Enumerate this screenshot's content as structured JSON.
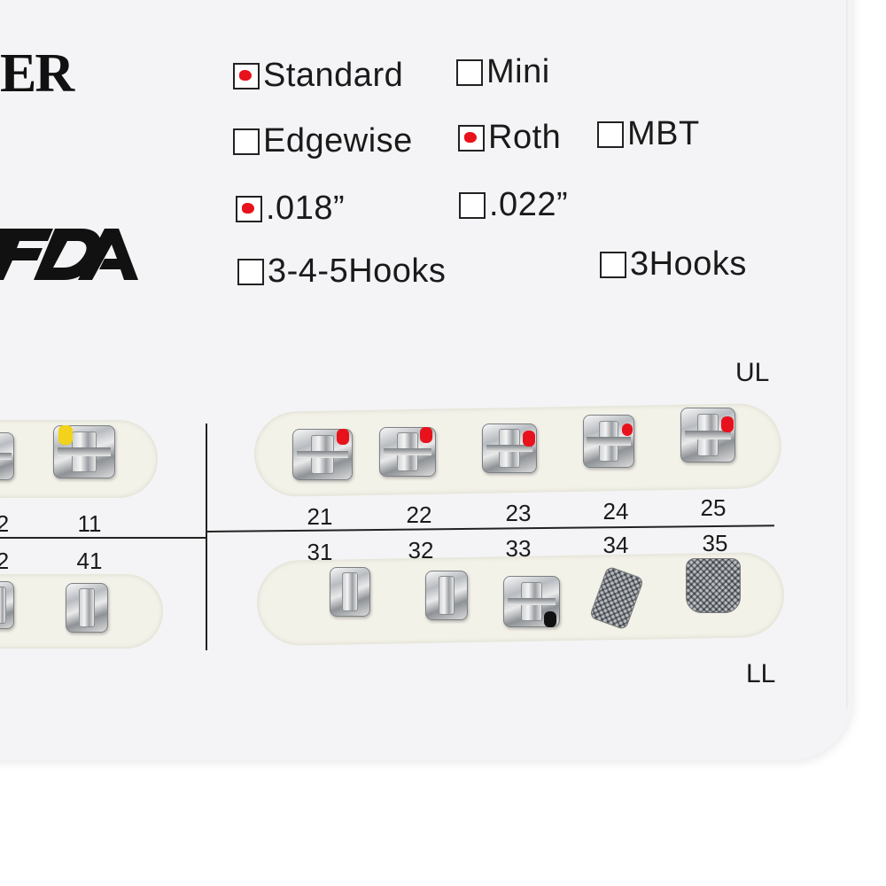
{
  "card": {
    "logo_partial": "ER",
    "options": [
      {
        "label": "Standard",
        "checked": true
      },
      {
        "label": "Mini",
        "checked": false
      },
      {
        "label": "Edgewise",
        "checked": false
      },
      {
        "label": "Roth",
        "checked": true
      },
      {
        "label": "MBT",
        "checked": false
      },
      {
        "label": ".018”",
        "checked": true
      },
      {
        "label": ".022”",
        "checked": false
      },
      {
        "label": "3-4-5Hooks",
        "checked": false
      },
      {
        "label": "3Hooks",
        "checked": false
      }
    ],
    "upper_label": "UL",
    "lower_label": "LL",
    "upper_numbers": [
      "2",
      "11",
      "21",
      "22",
      "23",
      "24",
      "25"
    ],
    "lower_numbers": [
      "2",
      "41",
      "31",
      "32",
      "33",
      "34",
      "35"
    ],
    "colors": {
      "check_mark": "#e8121c",
      "red_marker": "#e8121c",
      "yellow_marker": "#f2d21a",
      "black_marker": "#111111",
      "tray": "#f3f2e9"
    }
  }
}
